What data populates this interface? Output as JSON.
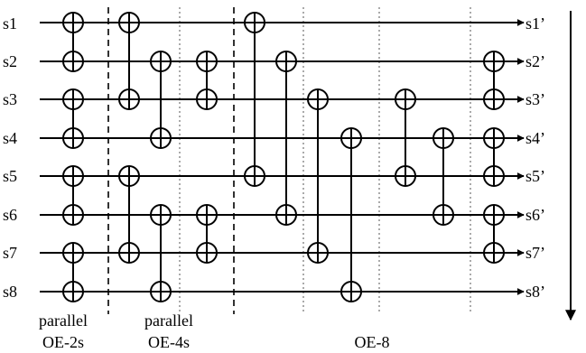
{
  "inputs": [
    "s1",
    "s2",
    "s3",
    "s4",
    "s5",
    "s6",
    "s7",
    "s8"
  ],
  "outputs": [
    "s1’",
    "s2’",
    "s3’",
    "s4’",
    "s5’",
    "s6’",
    "s7’",
    "s8’"
  ],
  "stage_labels": [
    {
      "id": "oe2",
      "lines": [
        "parallel",
        "OE-2s"
      ]
    },
    {
      "id": "oe4",
      "lines": [
        "parallel",
        "OE-4s"
      ]
    },
    {
      "id": "oe8",
      "lines": [
        "OE-8"
      ]
    }
  ],
  "comparators": [
    {
      "col": 0,
      "a": 1,
      "b": 2
    },
    {
      "col": 0,
      "a": 3,
      "b": 4
    },
    {
      "col": 0,
      "a": 5,
      "b": 6
    },
    {
      "col": 0,
      "a": 7,
      "b": 8
    },
    {
      "col": 1,
      "a": 1,
      "b": 3
    },
    {
      "col": 1,
      "a": 5,
      "b": 7
    },
    {
      "col": 2,
      "a": 2,
      "b": 4
    },
    {
      "col": 2,
      "a": 6,
      "b": 8
    },
    {
      "col": 3,
      "a": 2,
      "b": 3
    },
    {
      "col": 3,
      "a": 6,
      "b": 7
    },
    {
      "col": 4,
      "a": 1,
      "b": 5
    },
    {
      "col": 5,
      "a": 2,
      "b": 6
    },
    {
      "col": 6,
      "a": 3,
      "b": 7
    },
    {
      "col": 7,
      "a": 4,
      "b": 8
    },
    {
      "col": 8,
      "a": 3,
      "b": 5
    },
    {
      "col": 9,
      "a": 4,
      "b": 6
    },
    {
      "col": 10,
      "a": 2,
      "b": 3
    },
    {
      "col": 10,
      "a": 4,
      "b": 5
    },
    {
      "col": 10,
      "a": 6,
      "b": 7
    }
  ]
}
